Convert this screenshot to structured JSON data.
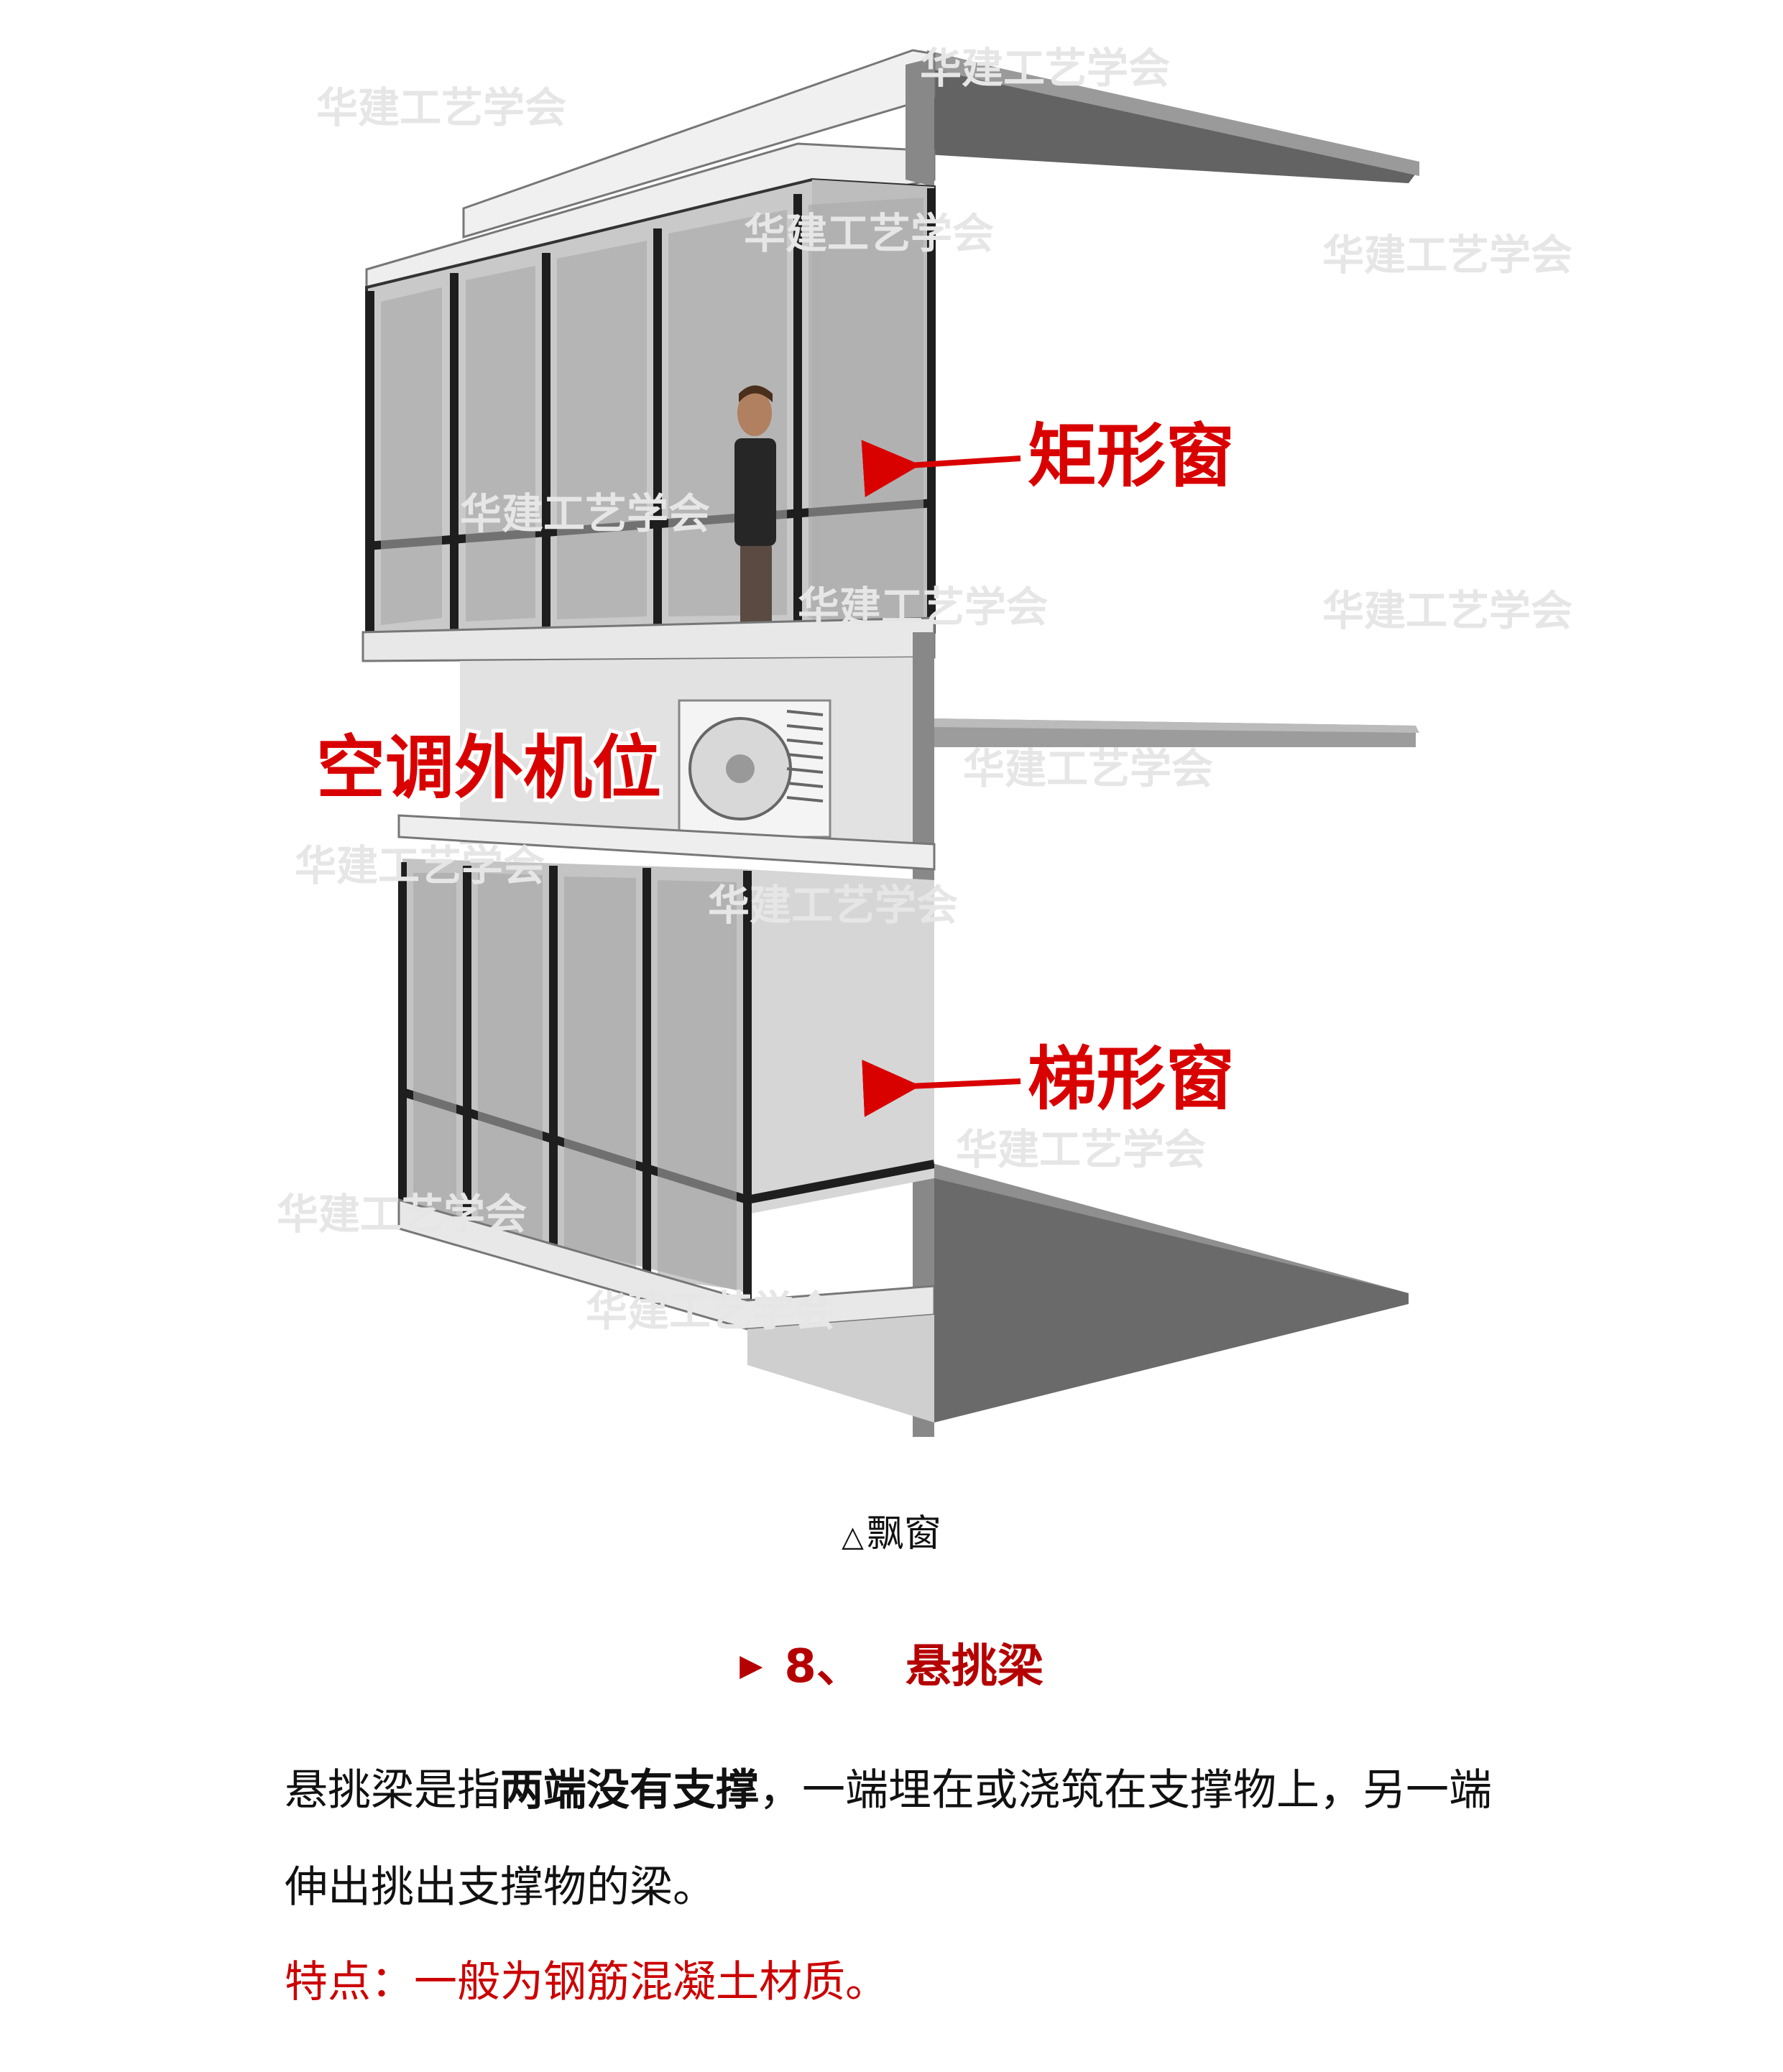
{
  "figure": {
    "labels": {
      "rect_window": "矩形窗",
      "ac_position": "空调外机位",
      "trapezoid_window": "梯形窗"
    },
    "watermark": "华建工艺学会",
    "colors": {
      "label_red": "#d90000",
      "shadow_gray": "#636363",
      "frame_dark": "#1e1e1e"
    }
  },
  "caption": {
    "marker": "△",
    "text": "飘窗"
  },
  "section": {
    "marker": "▶",
    "number": "8、",
    "title": "悬挑梁"
  },
  "paragraph": {
    "part1": "悬挑梁是指",
    "bold": "两端没有支撑",
    "part2": "，一端埋在或浇筑在支撑物上，另一端伸出挑出支撑物的梁。"
  },
  "feature": {
    "text": "特点：一般为钢筋混凝土材质。"
  }
}
